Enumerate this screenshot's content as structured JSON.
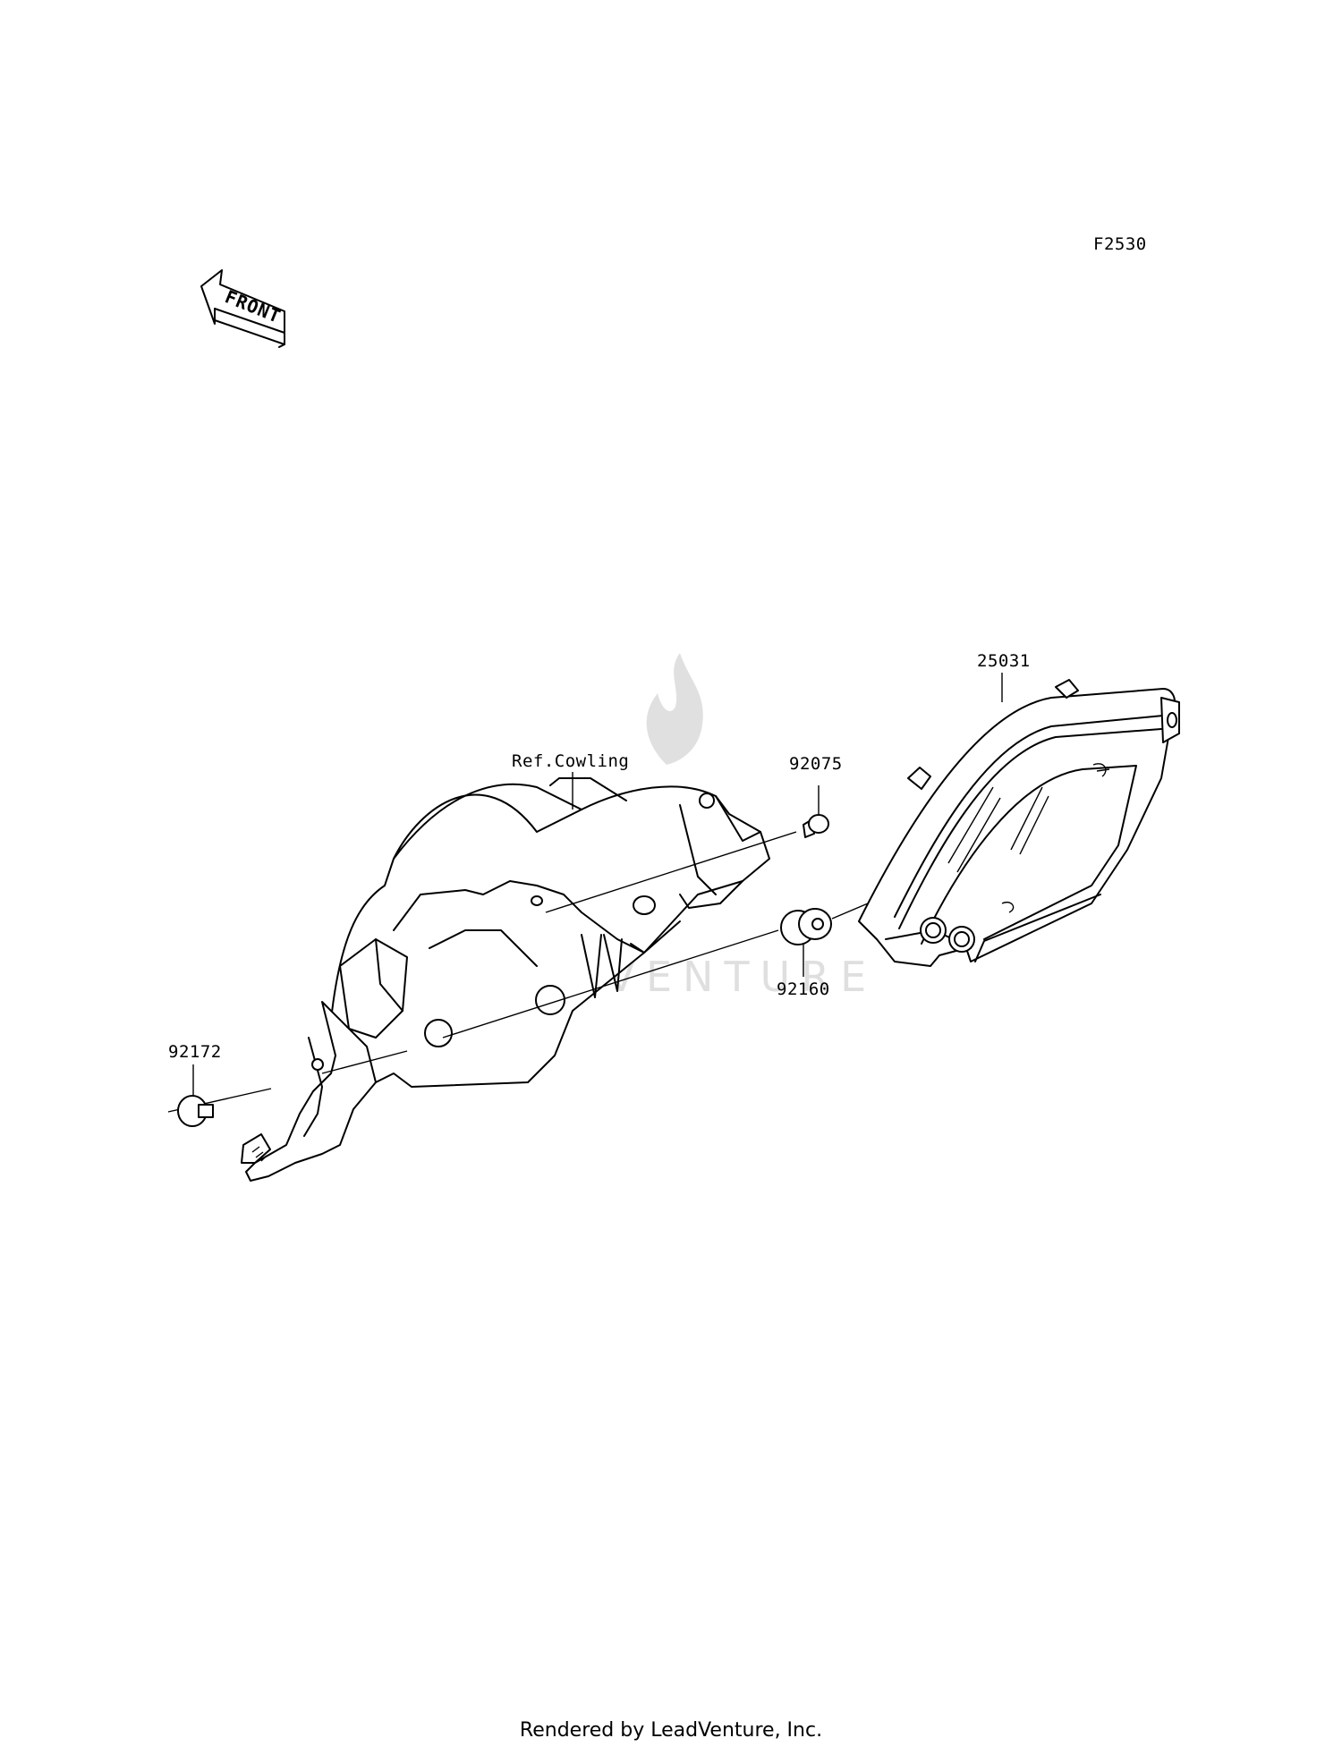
{
  "diagram": {
    "code": "F2530",
    "front_marker": "FRONT",
    "labels": {
      "meter_assy": "25031",
      "cowling_ref": "Ref.Cowling",
      "screw": "92075",
      "damper": "92160",
      "bolt": "92172"
    },
    "watermark": "LEADVENTURE"
  },
  "footer": {
    "credit": "Rendered by LeadVenture, Inc."
  }
}
